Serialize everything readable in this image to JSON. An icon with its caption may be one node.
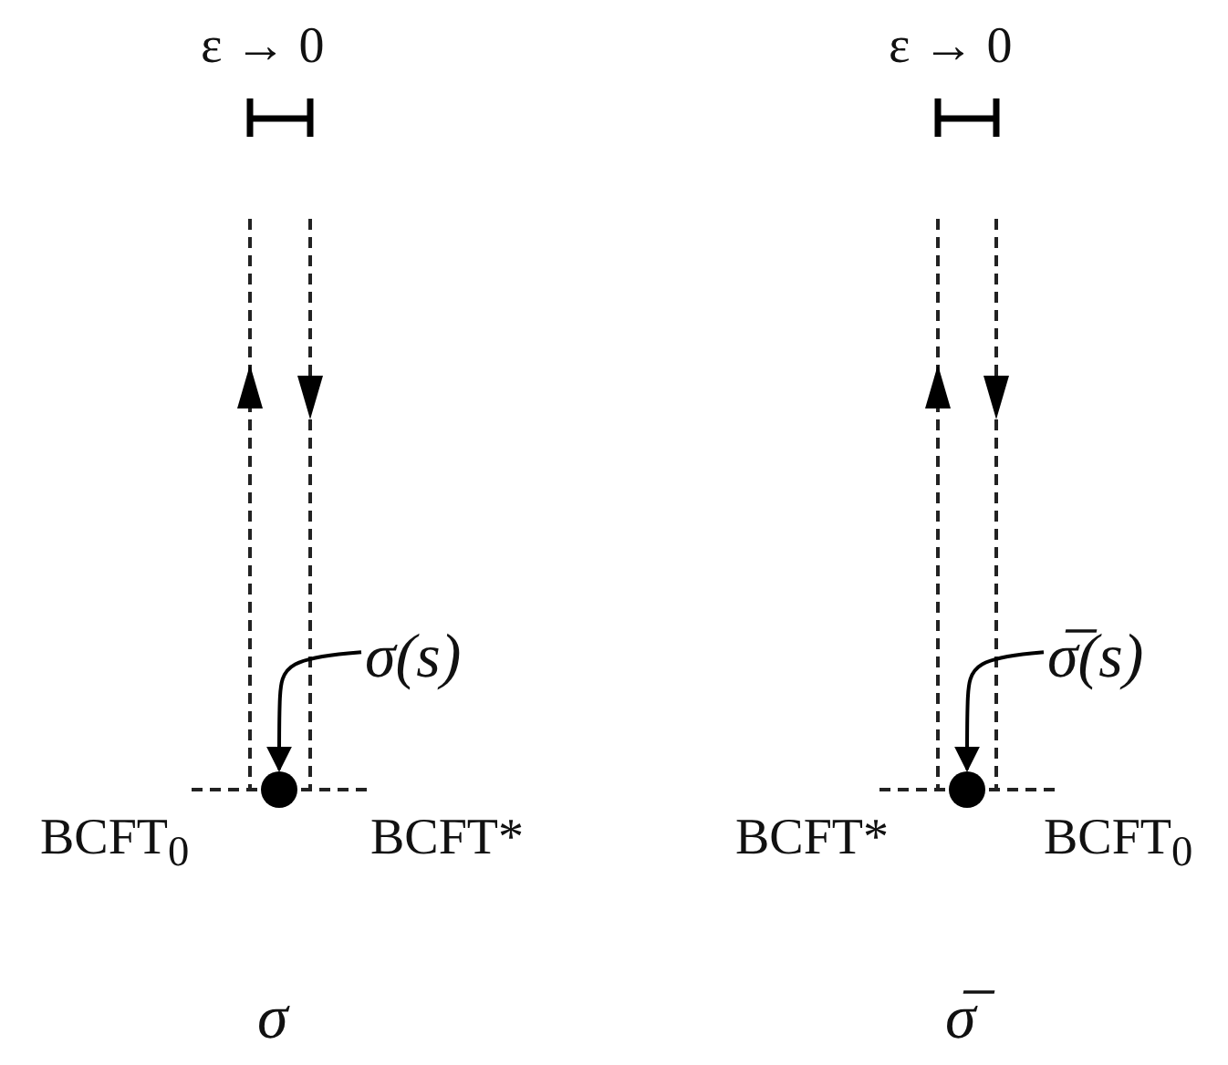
{
  "diagram": {
    "nodes": [
      {
        "text": [
          "σ(s)"
        ]
      },
      {
        "text": [],
        "shape": "circle"
      },
      {
        "text": [
          "σ̅(s)"
        ]
      },
      {
        "text": [],
        "shape": "circle"
      }
    ],
    "edges": [
      {
        "from": 0,
        "to": 1,
        "arrow": "to"
      },
      {
        "from": 2,
        "to": 3,
        "arrow": "to"
      }
    ],
    "labels": [
      "ε → 0",
      "ε → 0",
      "BCFT$_{0}$",
      "BCFT*",
      "BCFT*",
      "BCFT$_{0}$",
      "σ",
      "σ̅"
    ]
  }
}
